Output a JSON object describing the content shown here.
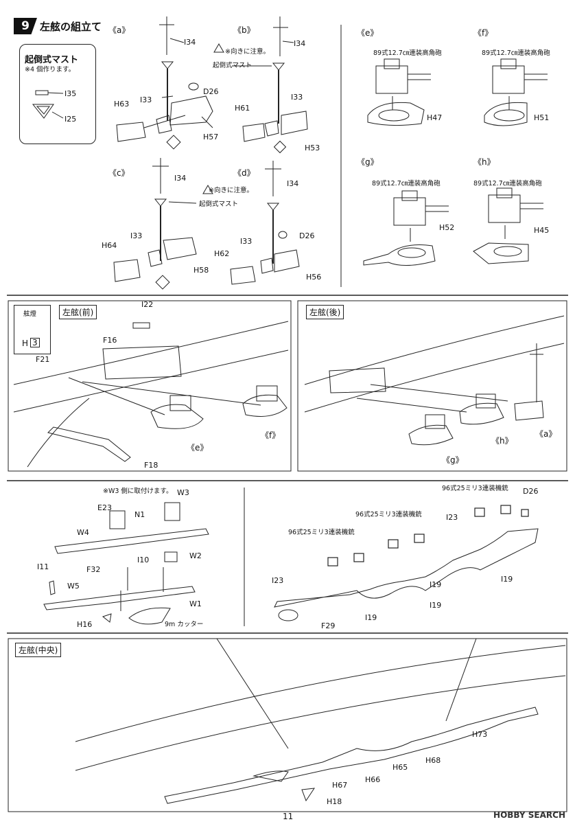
{
  "step": {
    "number": "9",
    "title": "左舷の組立て"
  },
  "mast_box": {
    "title": "起倒式マスト",
    "note": "※4 個作ります。",
    "parts": [
      "I35",
      "I25"
    ]
  },
  "sub_assemblies": {
    "a": {
      "label": "《a》",
      "parts": [
        "I34",
        "I33",
        "D26",
        "H63",
        "H57"
      ]
    },
    "b": {
      "label": "《b》",
      "parts": [
        "I34",
        "I33",
        "H61",
        "H53"
      ],
      "warning": "※向きに注意。",
      "callout": "起倒式マスト"
    },
    "c": {
      "label": "《c》",
      "parts": [
        "I34",
        "I33",
        "H64",
        "H58"
      ],
      "warning": "※向きに注意。",
      "callout": "起倒式マスト"
    },
    "d": {
      "label": "《d》",
      "parts": [
        "I34",
        "I33",
        "D26",
        "H62",
        "H56"
      ]
    },
    "e": {
      "label": "《e》",
      "gun": "89式12.7㎝連装高角砲",
      "part": "H47"
    },
    "f": {
      "label": "《f》",
      "gun": "89式12.7㎝連装高角砲",
      "part": "H51"
    },
    "g": {
      "label": "《g》",
      "gun": "89式12.7㎝連装高角砲",
      "part": "H52"
    },
    "h": {
      "label": "《h》",
      "gun": "89式12.7㎝連装高角砲",
      "part": "H45"
    }
  },
  "legend": {
    "title": "舷燈",
    "part": "H",
    "number": "3"
  },
  "hull_front": {
    "title": "左舷(前)",
    "parts": [
      "I22",
      "F16",
      "F21",
      "F18"
    ],
    "refs": [
      "《e》",
      "《f》"
    ]
  },
  "hull_rear": {
    "title": "左舷(後)",
    "refs": [
      "《a》",
      "《h》",
      "《g》"
    ]
  },
  "boat_assembly": {
    "note": "※W3 側に取付けます。",
    "parts": [
      "W3",
      "E23",
      "N1",
      "W4",
      "W2",
      "I10",
      "I11",
      "F32",
      "W5",
      "W1",
      "H16"
    ],
    "cutter": "9m カッター"
  },
  "aa_gun_strip": {
    "gun_labels": [
      "96式25ミリ3連装機銃",
      "96式25ミリ3連装機銃",
      "96式25ミリ3連装機銃"
    ],
    "parts": [
      "D26",
      "I23",
      "I23",
      "I19",
      "I19",
      "I19",
      "I19",
      "F29"
    ]
  },
  "hull_middle": {
    "title": "左舷(中央)",
    "parts": [
      "H73",
      "H68",
      "H65",
      "H66",
      "H67",
      "H18"
    ]
  },
  "page_number": "11",
  "watermark": "HOBBY SEARCH"
}
